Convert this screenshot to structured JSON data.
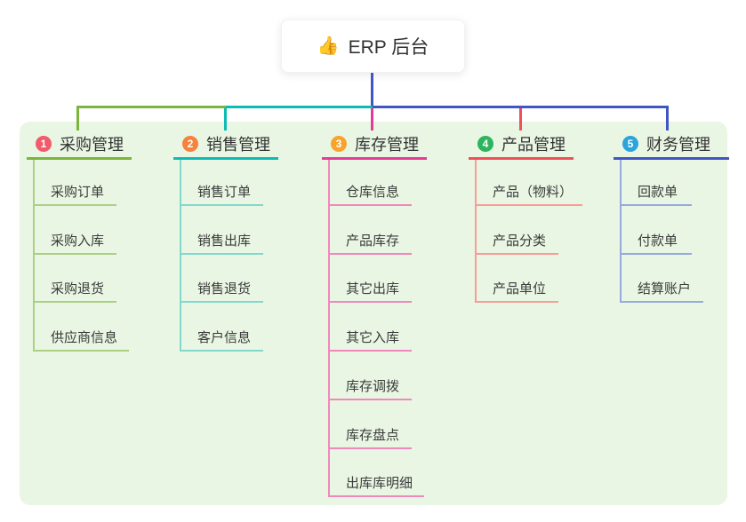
{
  "root": {
    "icon": "👍",
    "label": "ERP 后台"
  },
  "colors": {
    "root_connector": "#4155c3",
    "panel_bg": "#e9f6e3",
    "card_bg": "#ffffff",
    "text": "#333333"
  },
  "branches": [
    {
      "badge": "1",
      "label": "采购管理",
      "badge_color": "#f15b6c",
      "line_color": "#7cb43c",
      "child_line_color": "#accf84",
      "children": [
        "采购订单",
        "采购入库",
        "采购退货",
        "供应商信息"
      ]
    },
    {
      "badge": "2",
      "label": "销售管理",
      "badge_color": "#f5823d",
      "line_color": "#0cbcb4",
      "child_line_color": "#82d8cd",
      "children": [
        "销售订单",
        "销售出库",
        "销售退货",
        "客户信息"
      ]
    },
    {
      "badge": "3",
      "label": "库存管理",
      "badge_color": "#f7a42c",
      "line_color": "#e43c96",
      "child_line_color": "#f087bd",
      "children": [
        "仓库信息",
        "产品库存",
        "其它出库",
        "其它入库",
        "库存调拨",
        "库存盘点",
        "出库库明细"
      ]
    },
    {
      "badge": "4",
      "label": "产品管理",
      "badge_color": "#2db45e",
      "line_color": "#f05055",
      "child_line_color": "#f79d97",
      "children": [
        "产品（物料）",
        "产品分类",
        "产品单位"
      ]
    },
    {
      "badge": "5",
      "label": "财务管理",
      "badge_color": "#2ba4dc",
      "line_color": "#4155c3",
      "child_line_color": "#97aade",
      "children": [
        "回款单",
        "付款单",
        "结算账户"
      ]
    }
  ]
}
